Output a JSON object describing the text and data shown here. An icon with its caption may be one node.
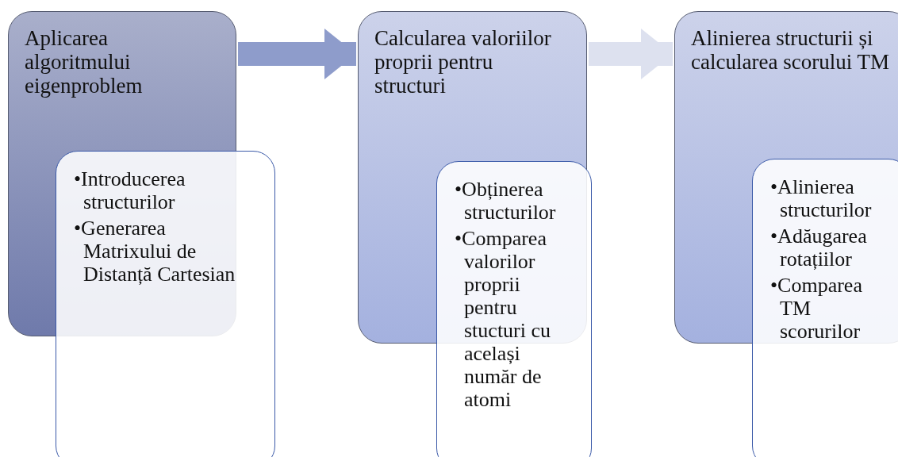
{
  "diagram": {
    "nodes": [
      {
        "text": [
          "Aplicarea algoritmului eigenproblem"
        ]
      },
      {
        "text": [
          "•Introducerea structurilor",
          "•Generarea Matrixului de Distanță Cartesian"
        ]
      },
      {
        "text": [
          "Calcularea valoriilor proprii pentru structuri"
        ]
      },
      {
        "text": [
          "•Obținerea structurilor",
          "•Comparea valorilor proprii pentru stucturi cu același număr de atomi"
        ]
      },
      {
        "text": [
          "Alinierea structurii și calcularea scorului TM"
        ]
      },
      {
        "text": [
          "•Alinierea structurilor",
          "•Adăugarea rotațiilor",
          "•Comparea TM scorurilor"
        ]
      }
    ],
    "edges": [
      {
        "from": 0,
        "to": 2,
        "arrow": "to"
      },
      {
        "from": 2,
        "to": 4,
        "arrow": "to",
        "color": "#dde1ef"
      }
    ]
  }
}
